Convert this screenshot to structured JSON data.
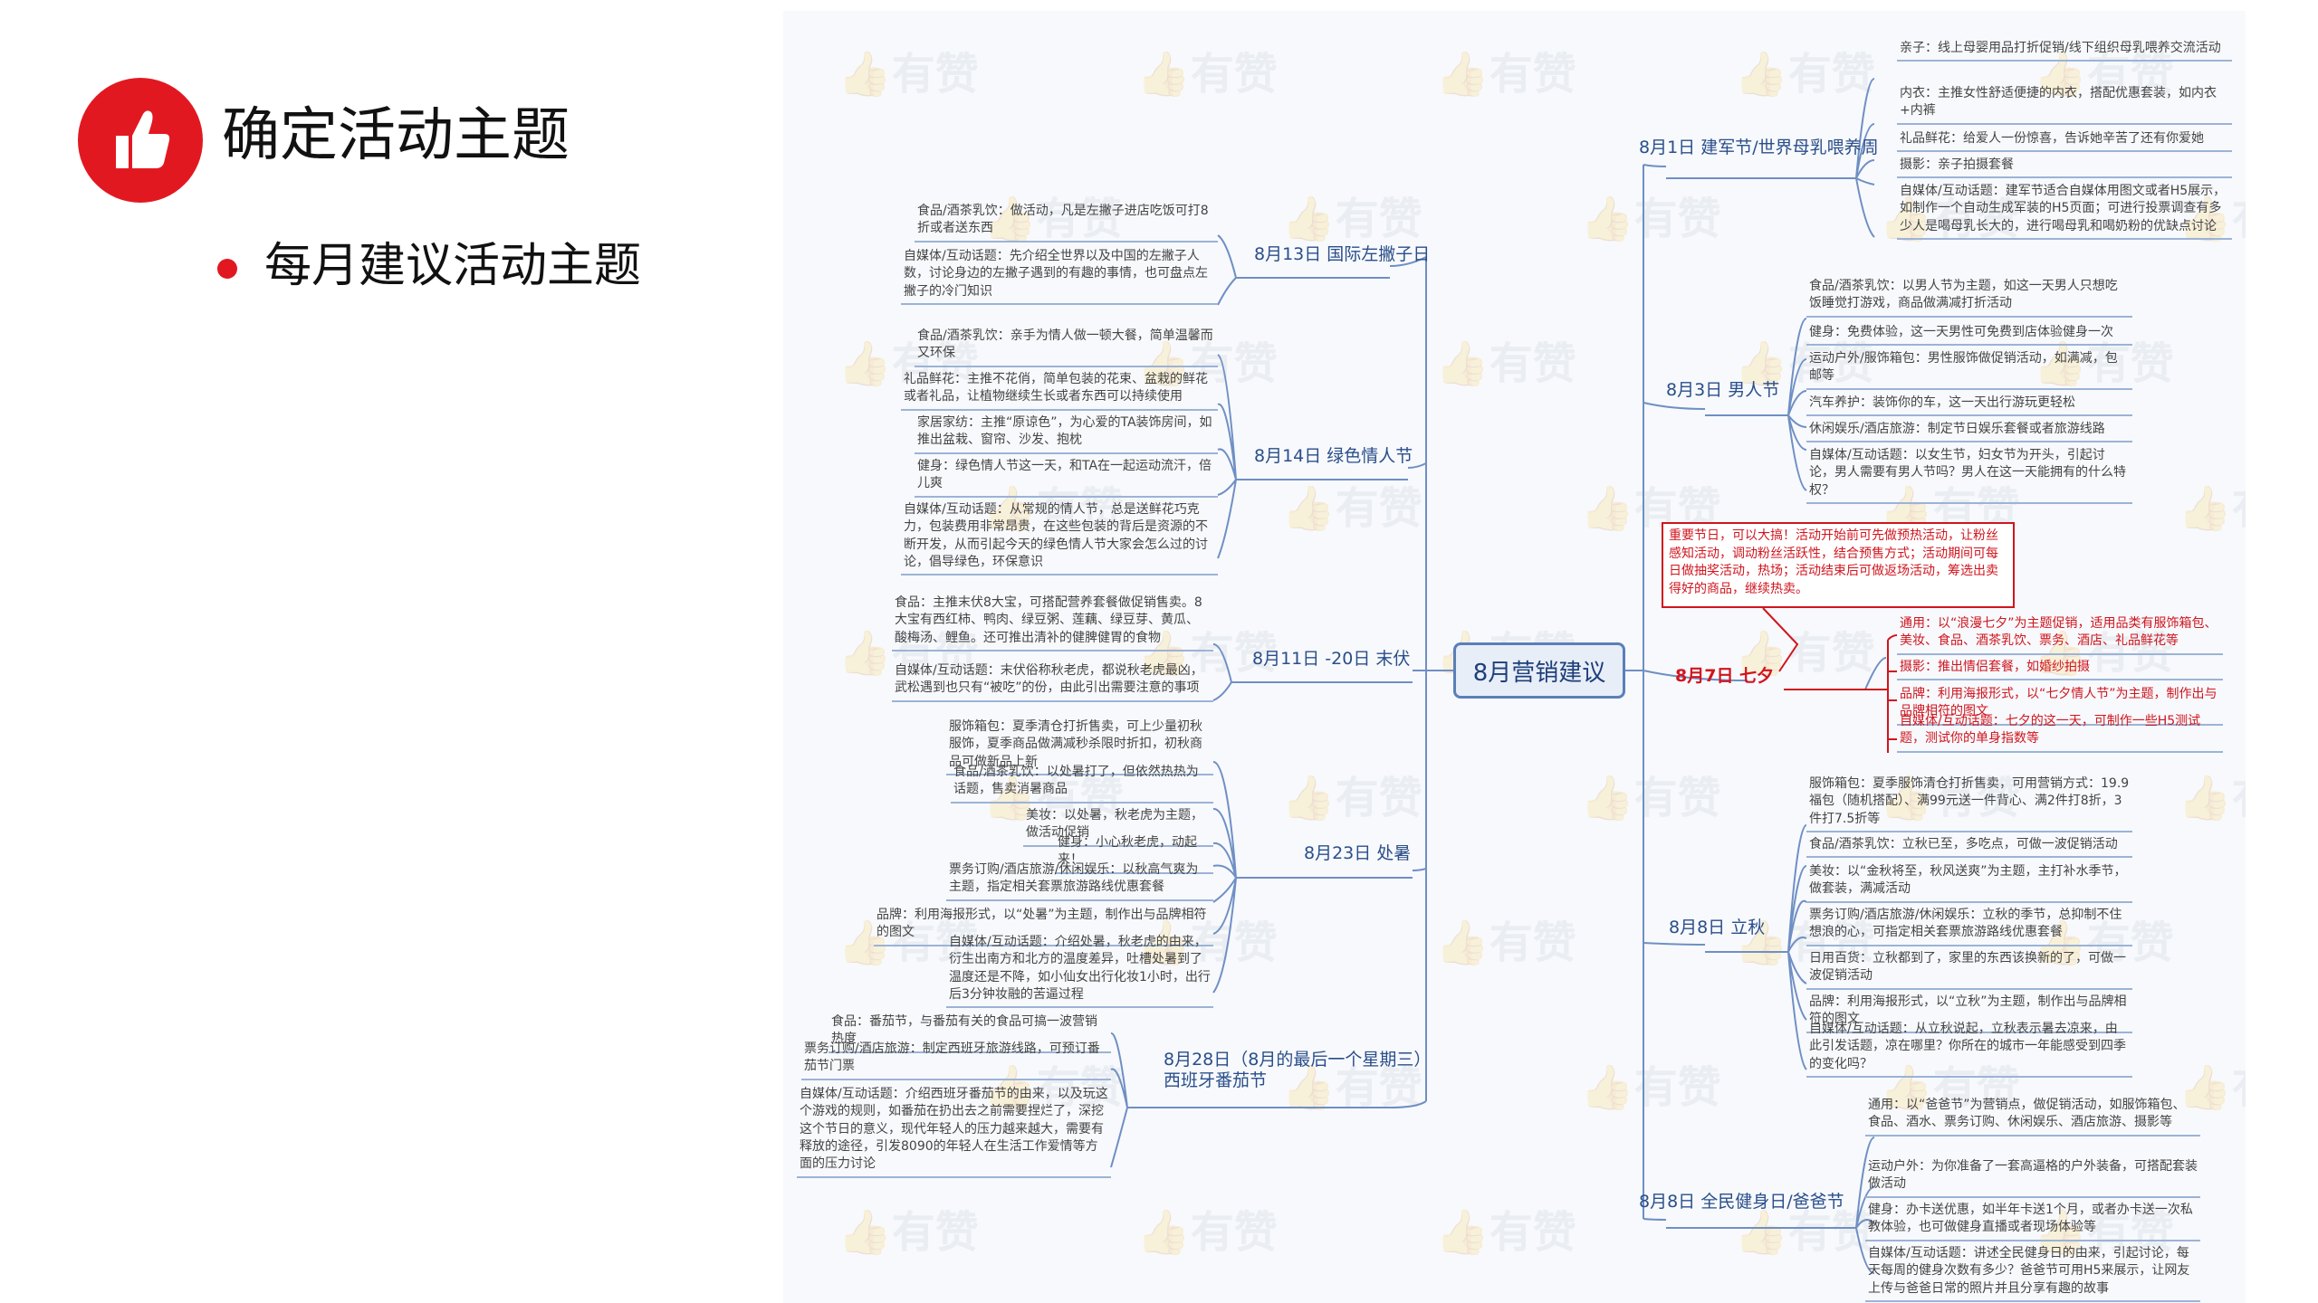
{
  "header": {
    "title": "确定活动主题",
    "subtitle": "每月建议活动主题"
  },
  "mindmap": {
    "center": "8月营销建议",
    "callout": "重要节日，可以大搞！活动开始前可先做预热活动，让粉丝感知活动，调动粉丝活跃性，结合预售方式；活动期间可每日做抽奖活动，热场；活动结束后可做返场活动，筹选出卖得好的商品，继续热卖。",
    "watermark": "有赞",
    "branches": [
      {
        "label": "8月13日 国际左撇子日",
        "leaves": [
          "食品/酒茶乳饮：做活动，凡是左撇子进店吃饭可打8折或者送东西",
          "自媒体/互动话题：先介绍全世界以及中国的左撇子人数，讨论身边的左撇子遇到的有趣的事情，也可盘点左撇子的冷门知识"
        ]
      },
      {
        "label": "8月14日 绿色情人节",
        "leaves": [
          "食品/酒茶乳饮：亲手为情人做一顿大餐，简单温馨而又环保",
          "礼品鲜花：主推不花俏，简单包装的花束、盆栽的鲜花或者礼品，让植物继续生长或者东西可以持续使用",
          "家居家纺：主推“原谅色”，为心爱的TA装饰房间，如推出盆栽、窗帘、沙发、抱枕",
          "健身：绿色情人节这一天，和TA在一起运动流汗，倍儿爽",
          "自媒体/互动话题：从常规的情人节，总是送鲜花巧克力，包装费用非常昂贵，在这些包装的背后是资源的不断开发，从而引起今天的绿色情人节大家会怎么过的讨论，倡导绿色，环保意识"
        ]
      },
      {
        "label": "8月11日 -20日 末伏",
        "leaves": [
          "食品：主推末伏8大宝，可搭配营养套餐做促销售卖。8大宝有西红柿、鸭肉、绿豆粥、莲藕、绿豆芽、黄瓜、酸梅汤、鲤鱼。还可推出清补的健脾健胃的食物",
          "自媒体/互动话题：末伏俗称秋老虎，都说秋老虎最凶，武松遇到也只有“被吃”的份，由此引出需要注意的事项"
        ]
      },
      {
        "label": "8月23日 处暑",
        "leaves": [
          "服饰箱包：夏季清仓打折售卖，可上少量初秋服饰，夏季商品做满减秒杀限时折扣，初秋商品可做新品上新",
          "食品/酒茶乳饮：以处暑打了，但依然热热为话题，售卖消暑商品",
          "美妆：以处暑，秋老虎为主题，做活动促销",
          "健身：小心秋老虎，动起来！",
          "票务订购/酒店旅游/休闲娱乐：以秋高气爽为主题，指定相关套票旅游路线优惠套餐",
          "品牌：利用海报形式，以“处暑”为主题，制作出与品牌相符的图文",
          "自媒体/互动话题：介绍处暑，秋老虎的由来，衍生出南方和北方的温度差异，吐槽处暑到了温度还是不降，如小仙女出行化妆1小时，出行后3分钟妆融的苦逼过程"
        ]
      },
      {
        "label": "8月28日（8月的最后一个星期三）西班牙番茄节",
        "leaves": [
          "食品：番茄节，与番茄有关的食品可搞一波营销热度",
          "票务订购/酒店旅游：制定西班牙旅游线路，可预订番茄节门票",
          "自媒体/互动话题：介绍西班牙番茄节的由来，以及玩这个游戏的规则，如番茄在扔出去之前需要捏烂了，深挖这个节日的意义，现代年轻人的压力越来越大，需要有释放的途径，引发8090的年轻人在生活工作爱情等方面的压力讨论"
        ]
      },
      {
        "label": "8月1日 建军节/世界母乳喂养周",
        "leaves": [
          "亲子：线上母婴用品打折促销/线下组织母乳喂养交流活动",
          "内衣：主推女性舒适便捷的内衣，搭配优惠套装，如内衣+内裤",
          "礼品鲜花：给爱人一份惊喜，告诉她辛苦了还有你爱她",
          "摄影：亲子拍摄套餐",
          "自媒体/互动话题：建军节适合自媒体用图文或者H5展示，如制作一个自动生成军装的H5页面；可进行投票调查有多少人是喝母乳长大的，进行喝母乳和喝奶粉的优缺点讨论"
        ]
      },
      {
        "label": "8月3日 男人节",
        "leaves": [
          "食品/酒茶乳饮：以男人节为主题，如这一天男人只想吃饭睡觉打游戏，商品做满减打折活动",
          "健身：免费体验，这一天男性可免费到店体验健身一次",
          "运动户外/服饰箱包：男性服饰做促销活动，如满减，包邮等",
          "汽车养护：装饰你的车，这一天出行游玩更轻松",
          "休闲娱乐/酒店旅游：制定节日娱乐套餐或者旅游线路",
          "自媒体/互动话题：以女生节，妇女节为开头，引起讨论，男人需要有男人节吗？男人在这一天能拥有的什么特权？"
        ]
      },
      {
        "label": "8月7日 七夕",
        "leaves": [
          "通用：以“浪漫七夕”为主题促销，适用品类有服饰箱包、美妆、食品、酒茶乳饮、票务、酒店、礼品鲜花等",
          "摄影：推出情侣套餐，如婚纱拍摄",
          "品牌：利用海报形式，以“七夕情人节”为主题，制作出与品牌相符的图文",
          "自媒体/互动话题：七夕的这一天，可制作一些H5测试题，测试你的单身指数等"
        ]
      },
      {
        "label": "8月8日 立秋",
        "leaves": [
          "服饰箱包：夏季服饰清仓打折售卖，可用营销方式：19.9福包（随机搭配）、满99元送一件背心、满2件打8折，3件打7.5折等",
          "食品/酒茶乳饮：立秋已至，多吃点，可做一波促销活动",
          "美妆：以“金秋将至，秋风送爽”为主题，主打补水季节，做套装，满减活动",
          "票务订购/酒店旅游/休闲娱乐：立秋的季节，总抑制不住想浪的心，可指定相关套票旅游路线优惠套餐",
          "日用百货：立秋都到了，家里的东西该换新的了，可做一波促销活动",
          "品牌：利用海报形式，以“立秋”为主题，制作出与品牌相符的图文",
          "自媒体/互动话题：从立秋说起，立秋表示暑去凉来，由此引发话题，凉在哪里？你所在的城市一年能感受到四季的变化吗？"
        ]
      },
      {
        "label": "8月8日 全民健身日/爸爸节",
        "leaves": [
          "通用：以“爸爸节”为营销点，做促销活动，如服饰箱包、食品、酒水、票务订购、休闲娱乐、酒店旅游、摄影等",
          "运动户外：为你准备了一套高逼格的户外装备，可搭配套装做活动",
          "健身：办卡送优惠，如半年卡送1个月，或者办卡送一次私教体验，也可做健身直播或者现场体验等",
          "自媒体/互动话题：讲述全民健身日的由来，引起讨论，每天每周的健身次数有多少？爸爸节可用H5来展示，让网友上传与爸爸日常的照片并且分享有趣的故事"
        ]
      }
    ]
  },
  "colors": {
    "accent_red": "#e21821",
    "map_blue": "#2a4e8a",
    "connector": "#6f8fc4"
  },
  "icons": {
    "logo": "thumbs-up-icon",
    "bullet": "dot-bullet-icon"
  }
}
